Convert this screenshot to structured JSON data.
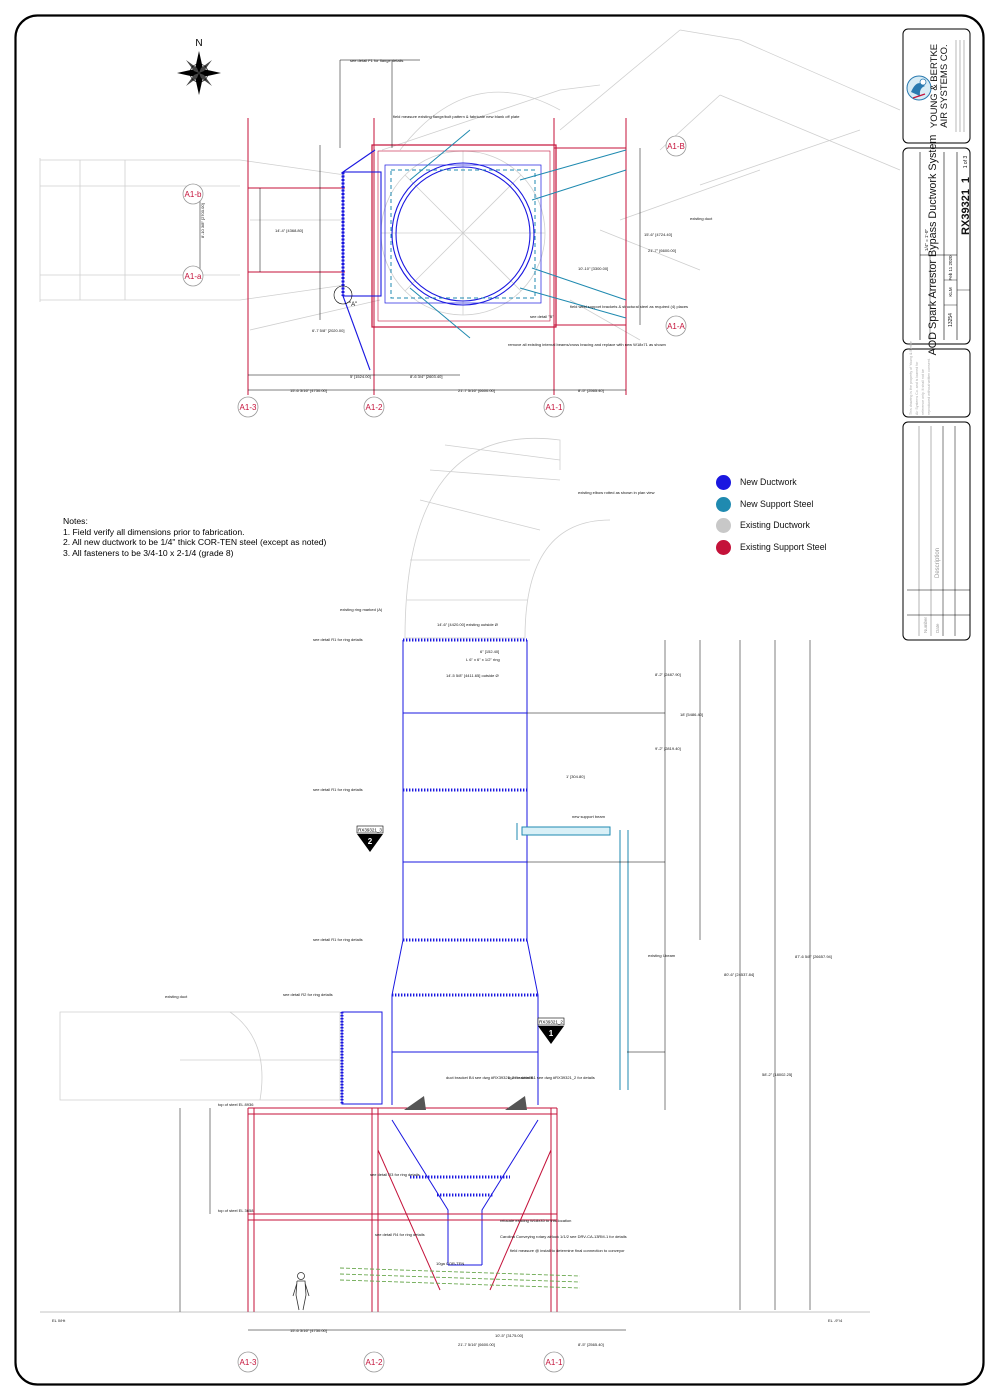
{
  "compass": {
    "north": "N"
  },
  "notes": {
    "title": "Notes:",
    "items": [
      "1. Field verify all dimensions prior to fabrication.",
      "2. All new ductwork to be 1/4\" thick COR-TEN steel (except as noted)",
      "3. All fasteners to be 3/4-10 x 2-1/4 (grade 8)"
    ]
  },
  "legend": [
    {
      "label": "New Ductwork",
      "color": "#1a17e0"
    },
    {
      "label": "New Support Steel",
      "color": "#1f8ab0"
    },
    {
      "label": "Existing Ductwork",
      "color": "#c8c8c8"
    },
    {
      "label": "Existing Support Steel",
      "color": "#c4123a"
    }
  ],
  "grid_bubbles": {
    "plan_bottom": [
      "A1-3",
      "A1-2",
      "A1-1"
    ],
    "plan_left": [
      "A1-b",
      "A1-a"
    ],
    "plan_right": [
      "A1-B",
      "A1-A"
    ],
    "elev_bottom": [
      "A1-3",
      "A1-2",
      "A1-1"
    ]
  },
  "section_marks": [
    {
      "ref": "RX39321_3",
      "num": "2"
    },
    {
      "ref": "RX39321_2",
      "num": "1"
    }
  ],
  "title_block": {
    "company_line1": "YOUNG & BERTKE",
    "company_line2": "AIR SYSTEMS CO.",
    "project_title": "AOD Spark Arrestor Bypass Ductwork System",
    "drawing_number": "RX39321",
    "revision": "1",
    "sheet": "1 of 3",
    "job_number": "13254",
    "scale": "1/4\" = 1'-0\"",
    "date": "Feb 11 2020",
    "drawn_by": "KLM",
    "description_label": "Description",
    "date_label": "Date",
    "number_label": "Number"
  },
  "plan_labels": {
    "dims": [
      "15'-6 3/16\" [4730.00]",
      "5' [1524.00]",
      "8'-6 3/4\" [2603.40]",
      "21'-7 5/16\" [6600.00]",
      "8'-5\" [2565.40]",
      "8'-10 3/8\" [2700.00]",
      "14'-4\" [4368.80]",
      "15'-6\" [4724.40]",
      "21'-7\" [6600.00]",
      "10'-10\" [3300.00]",
      "6'-7 5/8\" [2020.00]"
    ],
    "notes": [
      "see detail F1 for flange details",
      "field measure existing flange/bolt pattern & fabricate new blank off plate",
      "existing duct",
      "remove all existing internal beams/cross bracing and replace with new W18x71 as shown",
      "field weld support brackets & structural steel as required (4) places",
      "see detail \"B\"",
      "\"A\""
    ]
  },
  "elev_labels": {
    "notes": [
      "existing elbow rotted as shown in plan view",
      "existing ring marked (A)",
      "see detail R1 for ring details",
      "new support beam",
      "existing I-beam",
      "existing duct",
      "see detail R2 for ring details",
      "duct bracket B4 see dwg #RX39321_2 for details",
      "duct bracket B1 see dwg #RX39321_2 for details",
      "top of steel EL 8936",
      "top of steel EL 3658",
      "see detail R3 for ring details",
      "see detail R4 for ring details",
      "relocate existing W18x35 to this location",
      "Carolina Conveying rotary airlock 1/1/2 see DRV-CA-13RM-1 for details",
      "field measure @ install to determine final connection to conveyor",
      "10ga COR-TEN",
      "EL 0/Ht",
      "EL -9\"/4"
    ],
    "dims": [
      "14'-6\" [4420.00] existing outside Ø",
      "6\" [152.40]",
      "L 6\" x 6\" x 1/2\" ring",
      "14'-5 5/8\" [4411.65] outside Ø",
      "1' [304.80]",
      "8'-2\" [2487.90]",
      "18' [5486.40]",
      "9'-2\" [2819.40]",
      "87'-6 5/8\" [26657.94]",
      "80'-6\" [24537.84]",
      "58'-2\" [18002.25]",
      "15'-6 3/16\" [4730.00]",
      "21'-7 5/16\" [6600.00]",
      "10'-5\" [3175.00]",
      "8'-5\" [2565.40]"
    ]
  }
}
